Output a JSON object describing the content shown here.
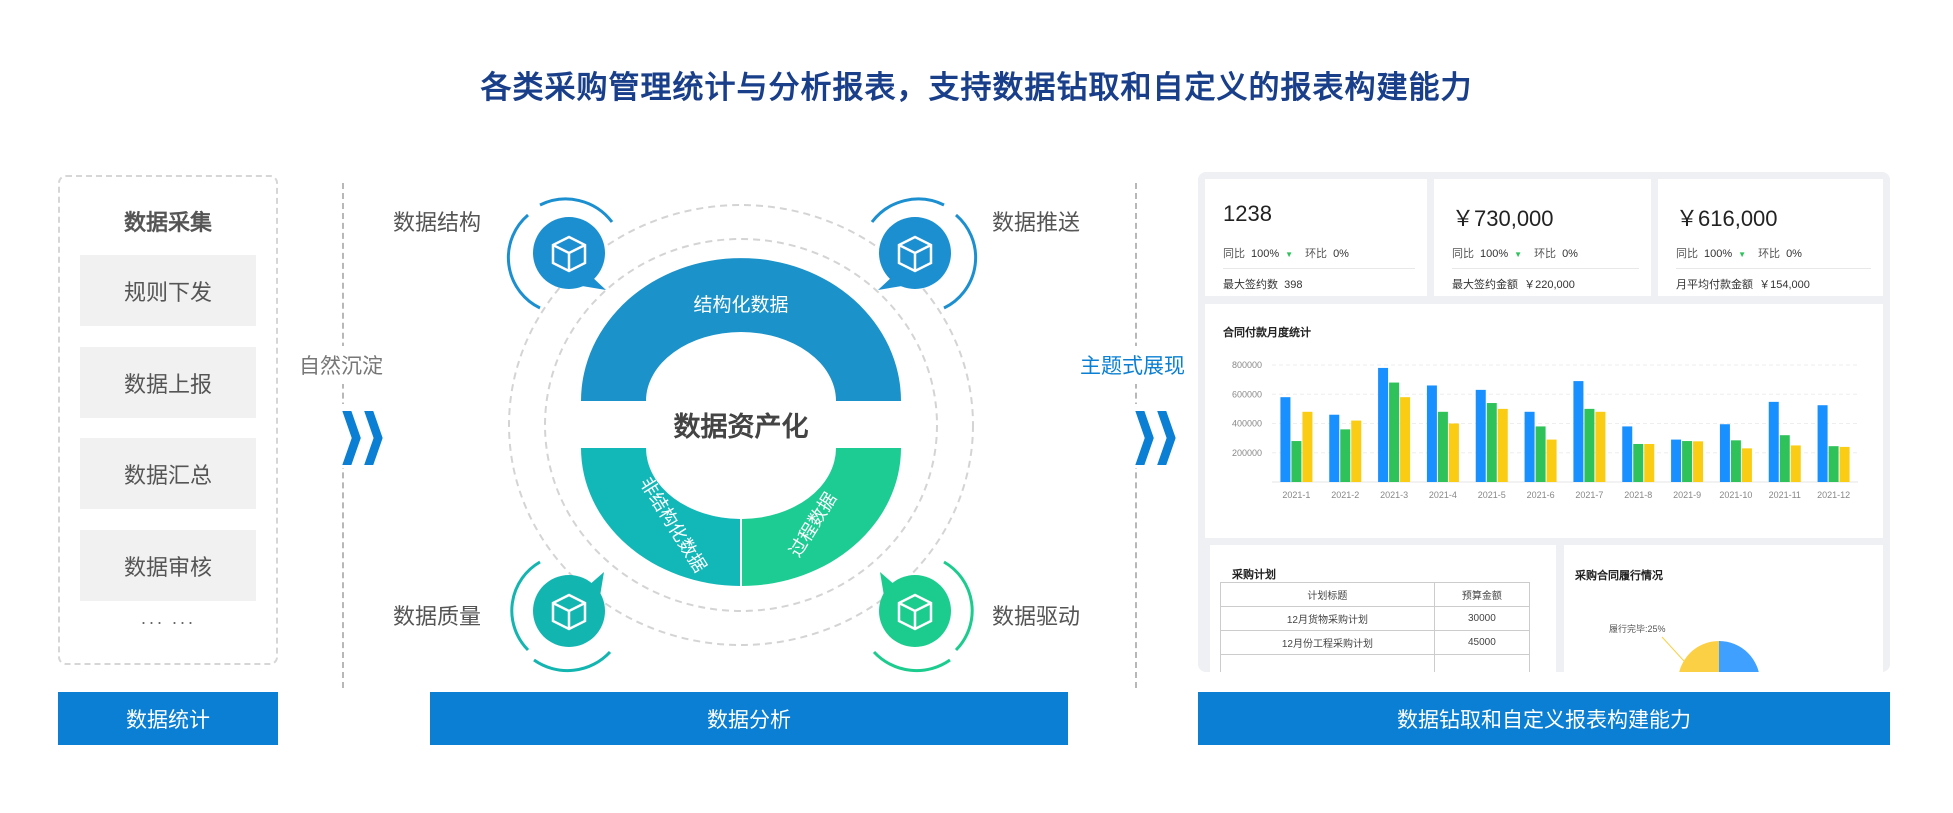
{
  "title": "各类采购管理统计与分析报表，支持数据钻取和自定义的报表构建能力",
  "left": {
    "heading": "数据采集",
    "items": [
      "规则下发",
      "数据上报",
      "数据汇总",
      "数据审核"
    ],
    "more": "··· ···",
    "button": "数据统计"
  },
  "arrow1": {
    "label": "自然沉淀",
    "icon": "double-chevron-right-icon"
  },
  "center": {
    "core": "数据资产化",
    "segments": [
      "结构化数据",
      "非结构化数据",
      "过程数据"
    ],
    "nodes": [
      "数据结构",
      "数据推送",
      "数据质量",
      "数据驱动"
    ],
    "button": "数据分析",
    "colors": {
      "top": "#1b92c9",
      "left": "#12b8b8",
      "right": "#1dcc93"
    }
  },
  "arrow2": {
    "label": "主题式展现",
    "icon": "double-chevron-right-icon"
  },
  "dashboard": {
    "stats": [
      {
        "value": "1238",
        "yoy_label": "同比",
        "yoy": "100%",
        "mom_label": "环比",
        "mom": "0%",
        "foot_label": "最大签约数",
        "foot_value": "398"
      },
      {
        "value": "￥730,000",
        "yoy_label": "同比",
        "yoy": "100%",
        "mom_label": "环比",
        "mom": "0%",
        "foot_label": "最大签约金额",
        "foot_value": "￥220,000"
      },
      {
        "value": "￥616,000",
        "yoy_label": "同比",
        "yoy": "100%",
        "mom_label": "环比",
        "mom": "0%",
        "foot_label": "月平均付款金额",
        "foot_value": "￥154,000"
      }
    ],
    "plan": {
      "title": "采购计划",
      "headers": [
        "计划标题",
        "预算金额"
      ],
      "rows": [
        [
          "12月货物采购计划",
          "30000"
        ],
        [
          "12月份工程采购计划",
          "45000"
        ]
      ]
    },
    "pie": {
      "title": "采购合同履行情况",
      "label": "履行完毕:25%",
      "slices": [
        {
          "name": "履行完毕",
          "value": 25,
          "color": "#fbd045"
        },
        {
          "value": 75,
          "color": "#40a0ff"
        }
      ]
    },
    "button": "数据钻取和自定义报表构建能力"
  },
  "chart_data": {
    "type": "bar",
    "title": "合同付款月度统计",
    "categories": [
      "2021-1",
      "2021-2",
      "2021-3",
      "2021-4",
      "2021-5",
      "2021-6",
      "2021-7",
      "2021-8",
      "2021-9",
      "2021-10",
      "2021-11",
      "2021-12"
    ],
    "series": [
      {
        "color": "#1890ff",
        "values": [
          580000,
          460000,
          780000,
          660000,
          630000,
          480000,
          690000,
          380000,
          290000,
          395000,
          548000,
          525000
        ]
      },
      {
        "color": "#2fc25b",
        "values": [
          280000,
          360000,
          680000,
          480000,
          540000,
          380000,
          500000,
          260000,
          280000,
          285000,
          320000,
          245000
        ]
      },
      {
        "color": "#facc14",
        "values": [
          480000,
          420000,
          580000,
          400000,
          500000,
          290000,
          480000,
          260000,
          278000,
          230000,
          250000,
          240000
        ]
      }
    ],
    "yticks": [
      "200000",
      "400000",
      "600000",
      "800000"
    ],
    "ylim": [
      0,
      800000
    ],
    "grid": true
  }
}
